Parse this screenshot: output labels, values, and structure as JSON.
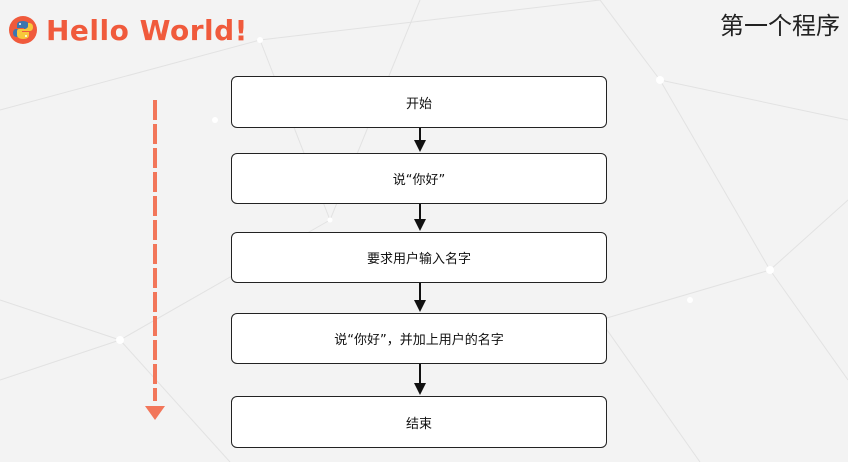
{
  "header": {
    "title": "Hello World!",
    "subtitle": "第一个程序"
  },
  "flowchart": {
    "steps": [
      "开始",
      "说“你好”",
      "要求用户输入名字",
      "说“你好”，并加上用户的名字",
      "结束"
    ]
  },
  "colors": {
    "accent": "#f05a3c",
    "side_arrow": "#f2765a",
    "python_blue": "#3b76b0",
    "python_yellow": "#f7c83b"
  },
  "icons": {
    "logo": "python-logo-icon",
    "flow": "down-arrow-icon"
  }
}
